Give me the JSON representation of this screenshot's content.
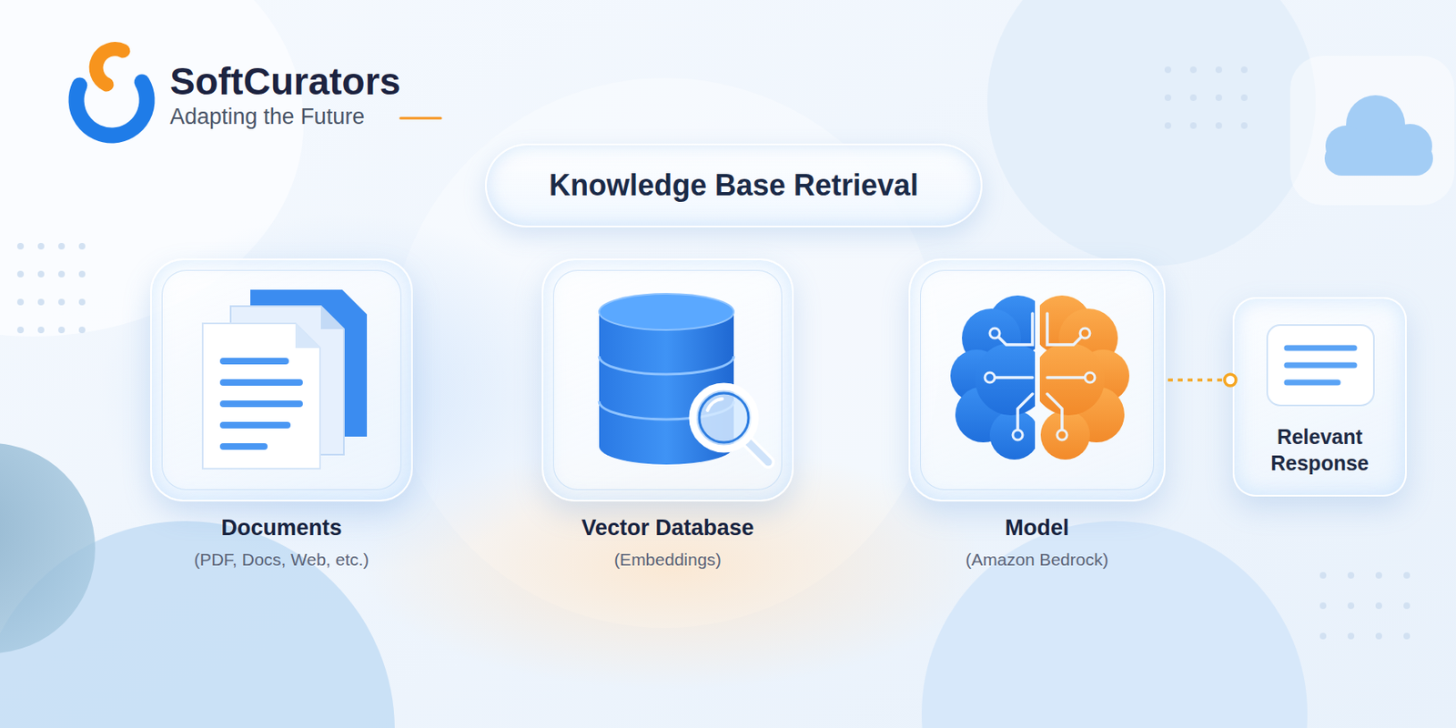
{
  "diagram": {
    "title": "Knowledge Base Retrieval",
    "nodes": [
      {
        "text": [
          "Documents",
          "(PDF, Docs, Web, etc.)"
        ]
      },
      {
        "text": [
          "Vector Database",
          "(Embeddings)"
        ]
      },
      {
        "text": [
          "Model",
          "(Amazon Bedrock)"
        ]
      },
      {
        "text": [
          "Relevant Response"
        ]
      }
    ],
    "edges": [
      {
        "from": 0,
        "to": 1,
        "arrow": "to"
      },
      {
        "from": 1,
        "to": 2,
        "arrow": "to"
      },
      {
        "from": 2,
        "to": 3,
        "arrow": "none"
      }
    ],
    "labels": [
      "SoftCurators",
      "Adapting the Future"
    ]
  }
}
